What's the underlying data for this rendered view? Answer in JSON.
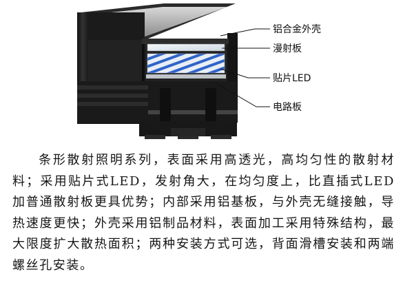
{
  "diagram": {
    "labels": {
      "shell": "铝合金外壳",
      "diffuser": "漫射板",
      "smd_led": "贴片LED",
      "circuit_board": "电路板"
    }
  },
  "description": "条形散射照明系列，表面采用高透光，高均匀性的散射材料；采用贴片式LED，发射角大，在均匀度上，比直插式LED加普通散射板更具优势；内部采用铝基板，与外壳无缝接触，导热速度更快；外壳采用铝制品材料，表面加工采用特殊结构，最大限度扩大散热面积；两种安装方式可选，背面滑槽安装和两端螺丝孔安装。",
  "colors": {
    "shell_dark": "#1c1c1c",
    "shell_mid": "#3a3a3a",
    "diffuser": "#dfe8f0",
    "led_blue": "#2f63c9"
  }
}
